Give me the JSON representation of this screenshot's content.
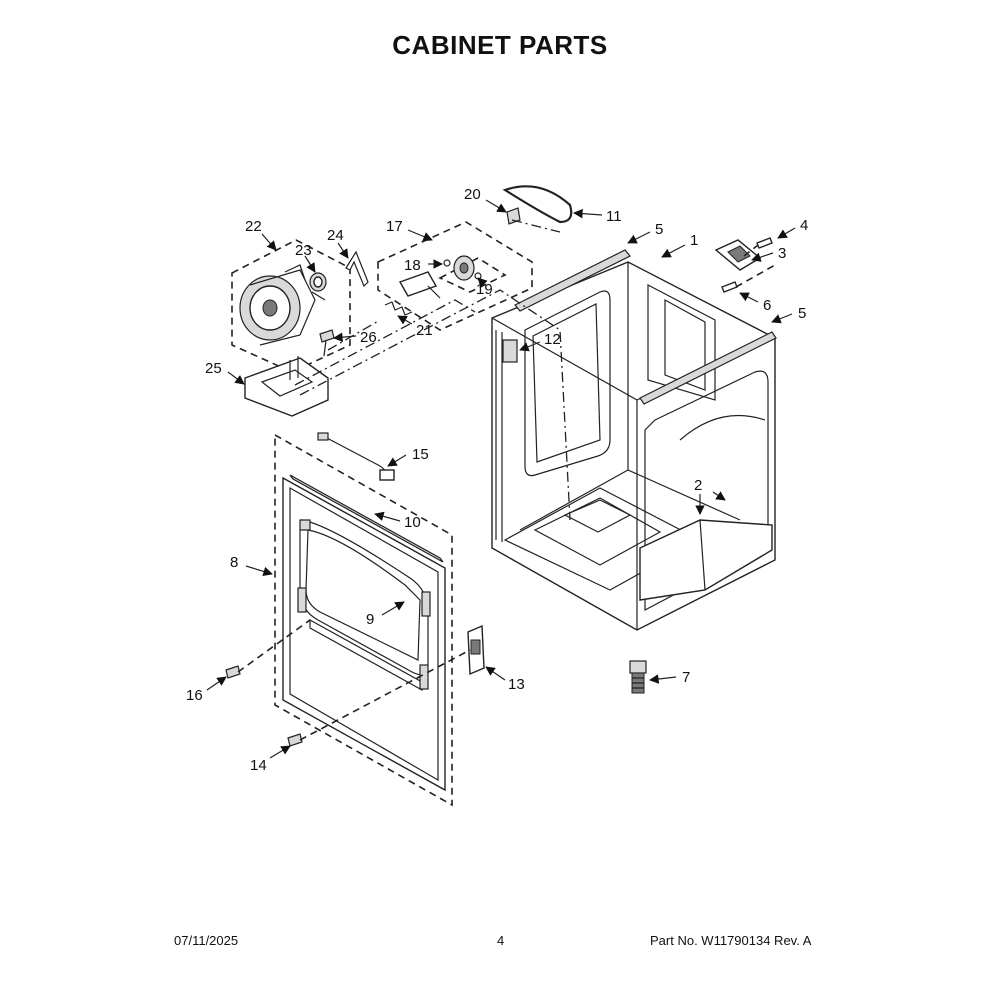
{
  "title": "CABINET PARTS",
  "footer": {
    "date": "07/11/2025",
    "page": "4",
    "part_number": "Part No.  W11790134  Rev.  A"
  },
  "callouts": {
    "c1": "1",
    "c2": "2",
    "c3": "3",
    "c4": "4",
    "c5a": "5",
    "c5b": "5",
    "c6": "6",
    "c7": "7",
    "c8": "8",
    "c9": "9",
    "c10": "10",
    "c11": "11",
    "c12": "12",
    "c13": "13",
    "c14": "14",
    "c15": "15",
    "c16": "16",
    "c17": "17",
    "c18": "18",
    "c19": "19",
    "c20": "20",
    "c21": "21",
    "c22": "22",
    "c23": "23",
    "c24": "24",
    "c25": "25",
    "c26": "26"
  }
}
